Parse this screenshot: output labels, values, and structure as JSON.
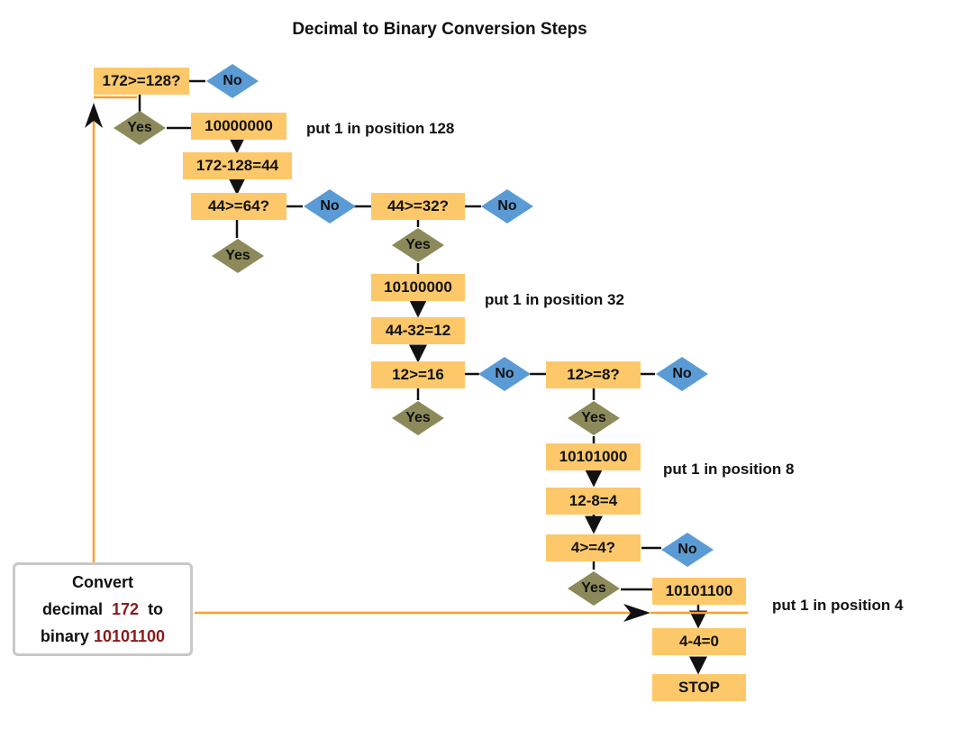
{
  "title": "Decimal to Binary Conversion Steps",
  "colors": {
    "box": "#fdc86a",
    "no_diamond": "#5b9bd5",
    "yes_diamond": "#8c8a5a",
    "arrow_orange": "#f7a030",
    "highlight": "#8b1a1a"
  },
  "start": {
    "line1": "Convert",
    "line2_prefix": "decimal",
    "decimal": "172",
    "line2_suffix": "to",
    "line3_prefix": "binary",
    "binary": "10101100"
  },
  "nodes": {
    "q128": "172>=128?",
    "no1": "No",
    "yes1": "Yes",
    "r128": "10000000",
    "s128": "172-128=44",
    "q64": "44>=64?",
    "no2": "No",
    "yes2": "Yes",
    "q32": "44>=32?",
    "no3": "No",
    "yes3": "Yes",
    "r32": "10100000",
    "s32": "44-32=12",
    "q16": "12>=16",
    "no4": "No",
    "yes4": "Yes",
    "q8": "12>=8?",
    "no5": "No",
    "yes5": "Yes",
    "r8": "10101000",
    "s8": "12-8=4",
    "q4": "4>=4?",
    "no6": "No",
    "yes6": "Yes",
    "r4": "10101100",
    "s4": "4-4=0",
    "stop": "STOP"
  },
  "notes": {
    "n128": "put 1 in position 128",
    "n32": "put 1 in position 32",
    "n8": "put 1 in position 8",
    "n4": "put 1 in position 4"
  }
}
